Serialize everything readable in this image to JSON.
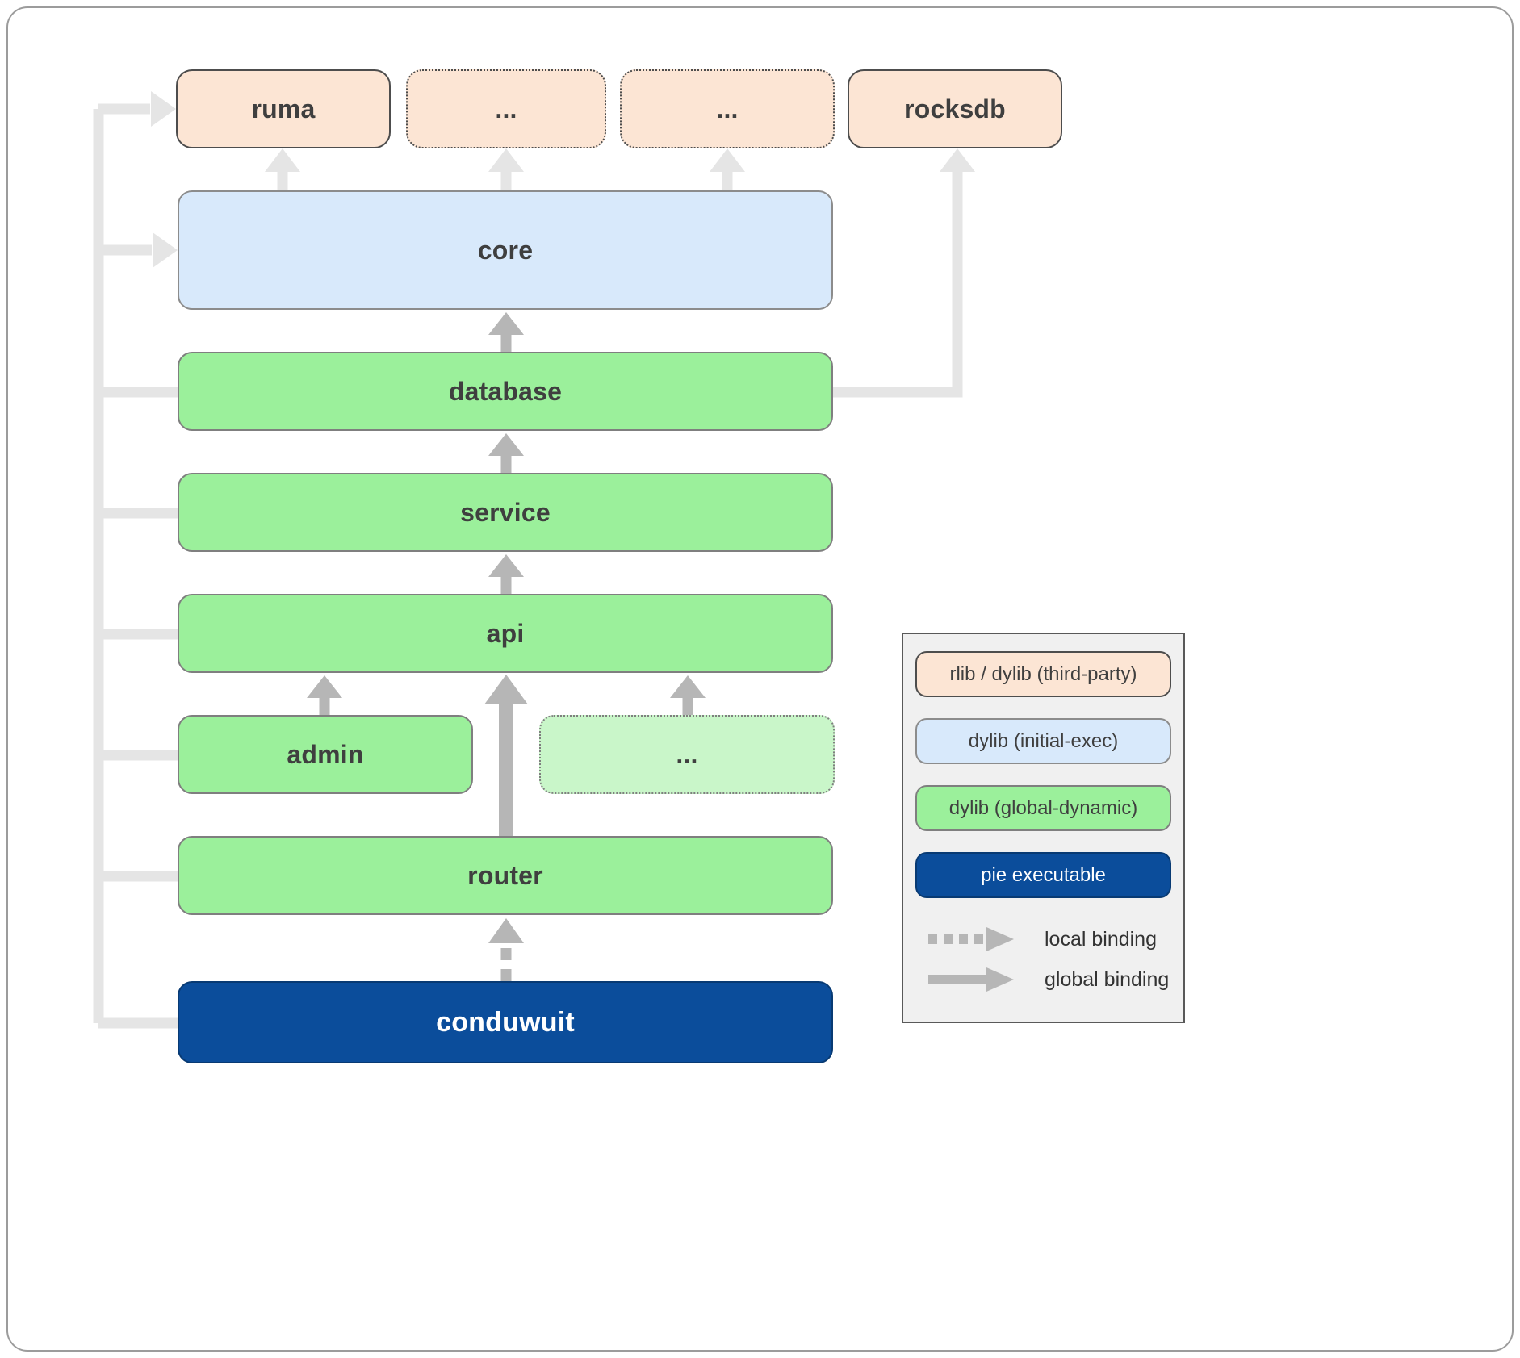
{
  "colors": {
    "third_party": "#fce5d4",
    "initial_exec": "#d8e9fb",
    "global_dynamic": "#9bf09b",
    "global_dynamic_light": "#c9f6c9",
    "pie_executable": "#0b4d9b",
    "arrow_pale": "#e5e5e5",
    "arrow_gray": "#b6b6b6",
    "node_text": "#3f3f3f",
    "legend_bg": "#f0f0f0"
  },
  "diagram": {
    "nodes": {
      "ruma": "ruma",
      "ellipsis_top_1": "...",
      "ellipsis_top_2": "...",
      "rocksdb": "rocksdb",
      "core": "core",
      "database": "database",
      "service": "service",
      "api": "api",
      "admin": "admin",
      "ellipsis_components": "...",
      "router": "router",
      "conduwuit": "conduwuit"
    }
  },
  "legend": {
    "items": [
      {
        "label": "rlib / dylib (third-party)"
      },
      {
        "label": "dylib (initial-exec)"
      },
      {
        "label": "dylib (global-dynamic)"
      },
      {
        "label": "pie executable"
      }
    ],
    "bindings": [
      {
        "label": "local binding"
      },
      {
        "label": "global binding"
      }
    ]
  }
}
